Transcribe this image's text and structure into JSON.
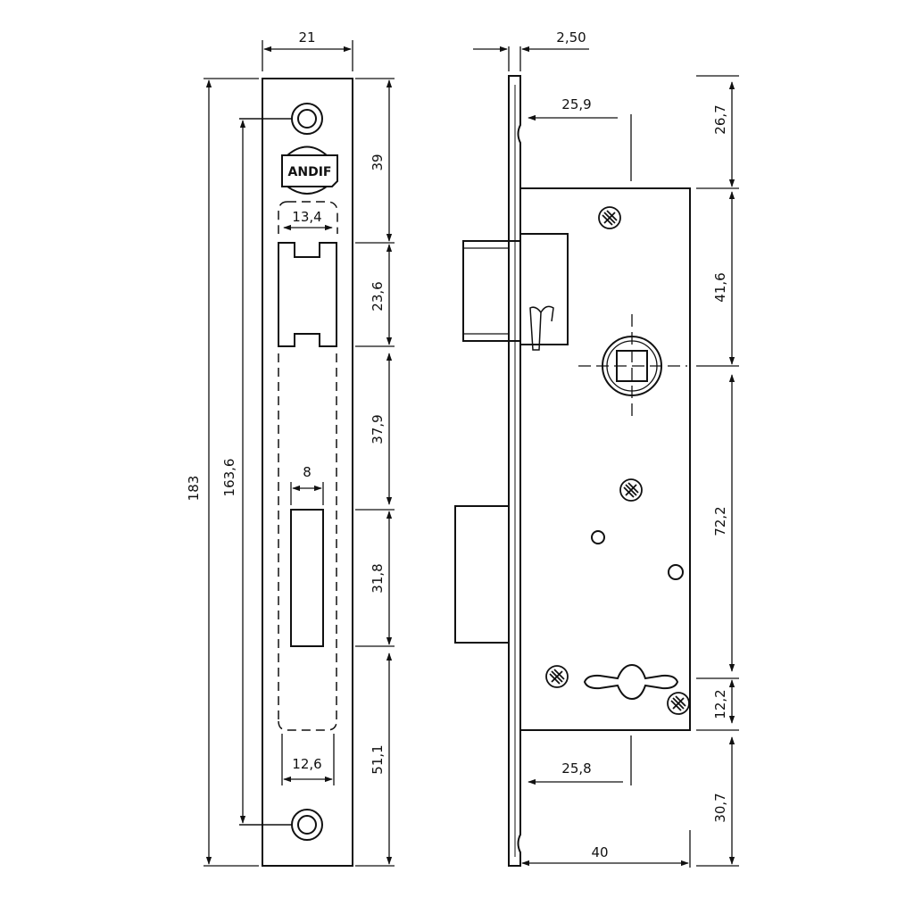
{
  "front_view": {
    "logo": "ANDIF",
    "width": "21",
    "total_height": "183",
    "screw_spacing": "163,6",
    "latch_width": "13,4",
    "bolt_width": "8",
    "bottom_width": "12,6",
    "seg_top": "39",
    "seg_latch": "23,6",
    "seg_middle": "37,9",
    "seg_bolt": "31,8",
    "seg_bottom": "51,1"
  },
  "side_view": {
    "faceplate_thickness": "2,50",
    "backset_upper": "25,9",
    "backset_lower": "25,8",
    "case_depth": "40",
    "top_offset": "26,7",
    "to_follower": "41,6",
    "follower_to_key": "72,2",
    "key_to_case_bottom": "12,2",
    "bottom_offset": "30,7"
  },
  "colors": {
    "line": "#111111",
    "background": "#ffffff"
  }
}
